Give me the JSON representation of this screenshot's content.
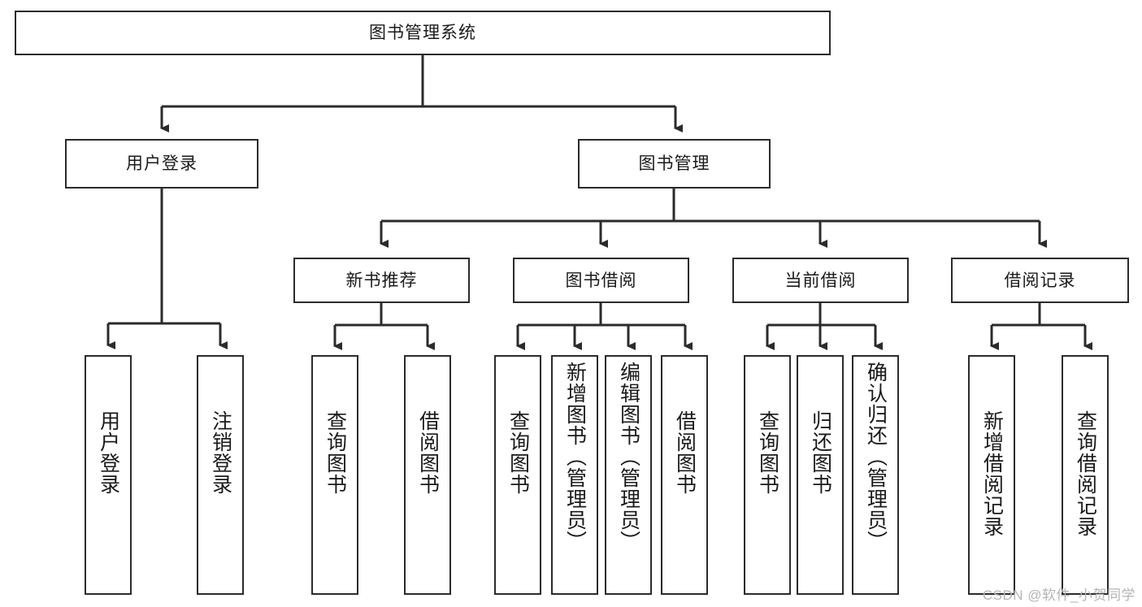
{
  "diagram": {
    "title": "图书管理系统",
    "type": "tree",
    "root": {
      "label": "图书管理系统"
    },
    "level2": [
      {
        "label": "用户登录"
      },
      {
        "label": "图书管理"
      }
    ],
    "level3": [
      {
        "label": "新书推荐"
      },
      {
        "label": "图书借阅"
      },
      {
        "label": "当前借阅"
      },
      {
        "label": "借阅记录"
      }
    ],
    "leaves": {
      "user_login": [
        {
          "label": "用户登录"
        },
        {
          "label": "注销登录"
        }
      ],
      "new_book_recommend": [
        {
          "label": "查询图书"
        },
        {
          "label": "借阅图书"
        }
      ],
      "book_borrow": [
        {
          "label": "查询图书"
        },
        {
          "label": "新增图书（管理员）"
        },
        {
          "label": "编辑图书（管理员）"
        },
        {
          "label": "借阅图书"
        }
      ],
      "current_borrow": [
        {
          "label": "查询图书"
        },
        {
          "label": "归还图书"
        },
        {
          "label": "确认归还（管理员）"
        }
      ],
      "borrow_record": [
        {
          "label": "新增借阅记录"
        },
        {
          "label": "查询借阅记录"
        }
      ]
    }
  },
  "watermark": {
    "text": "CSDN @软件_小贺同学"
  },
  "colors": {
    "stroke": "#2b2b2b",
    "fill": "#ffffff",
    "text": "#1a1a1a",
    "watermark": "#b4b4b4"
  }
}
